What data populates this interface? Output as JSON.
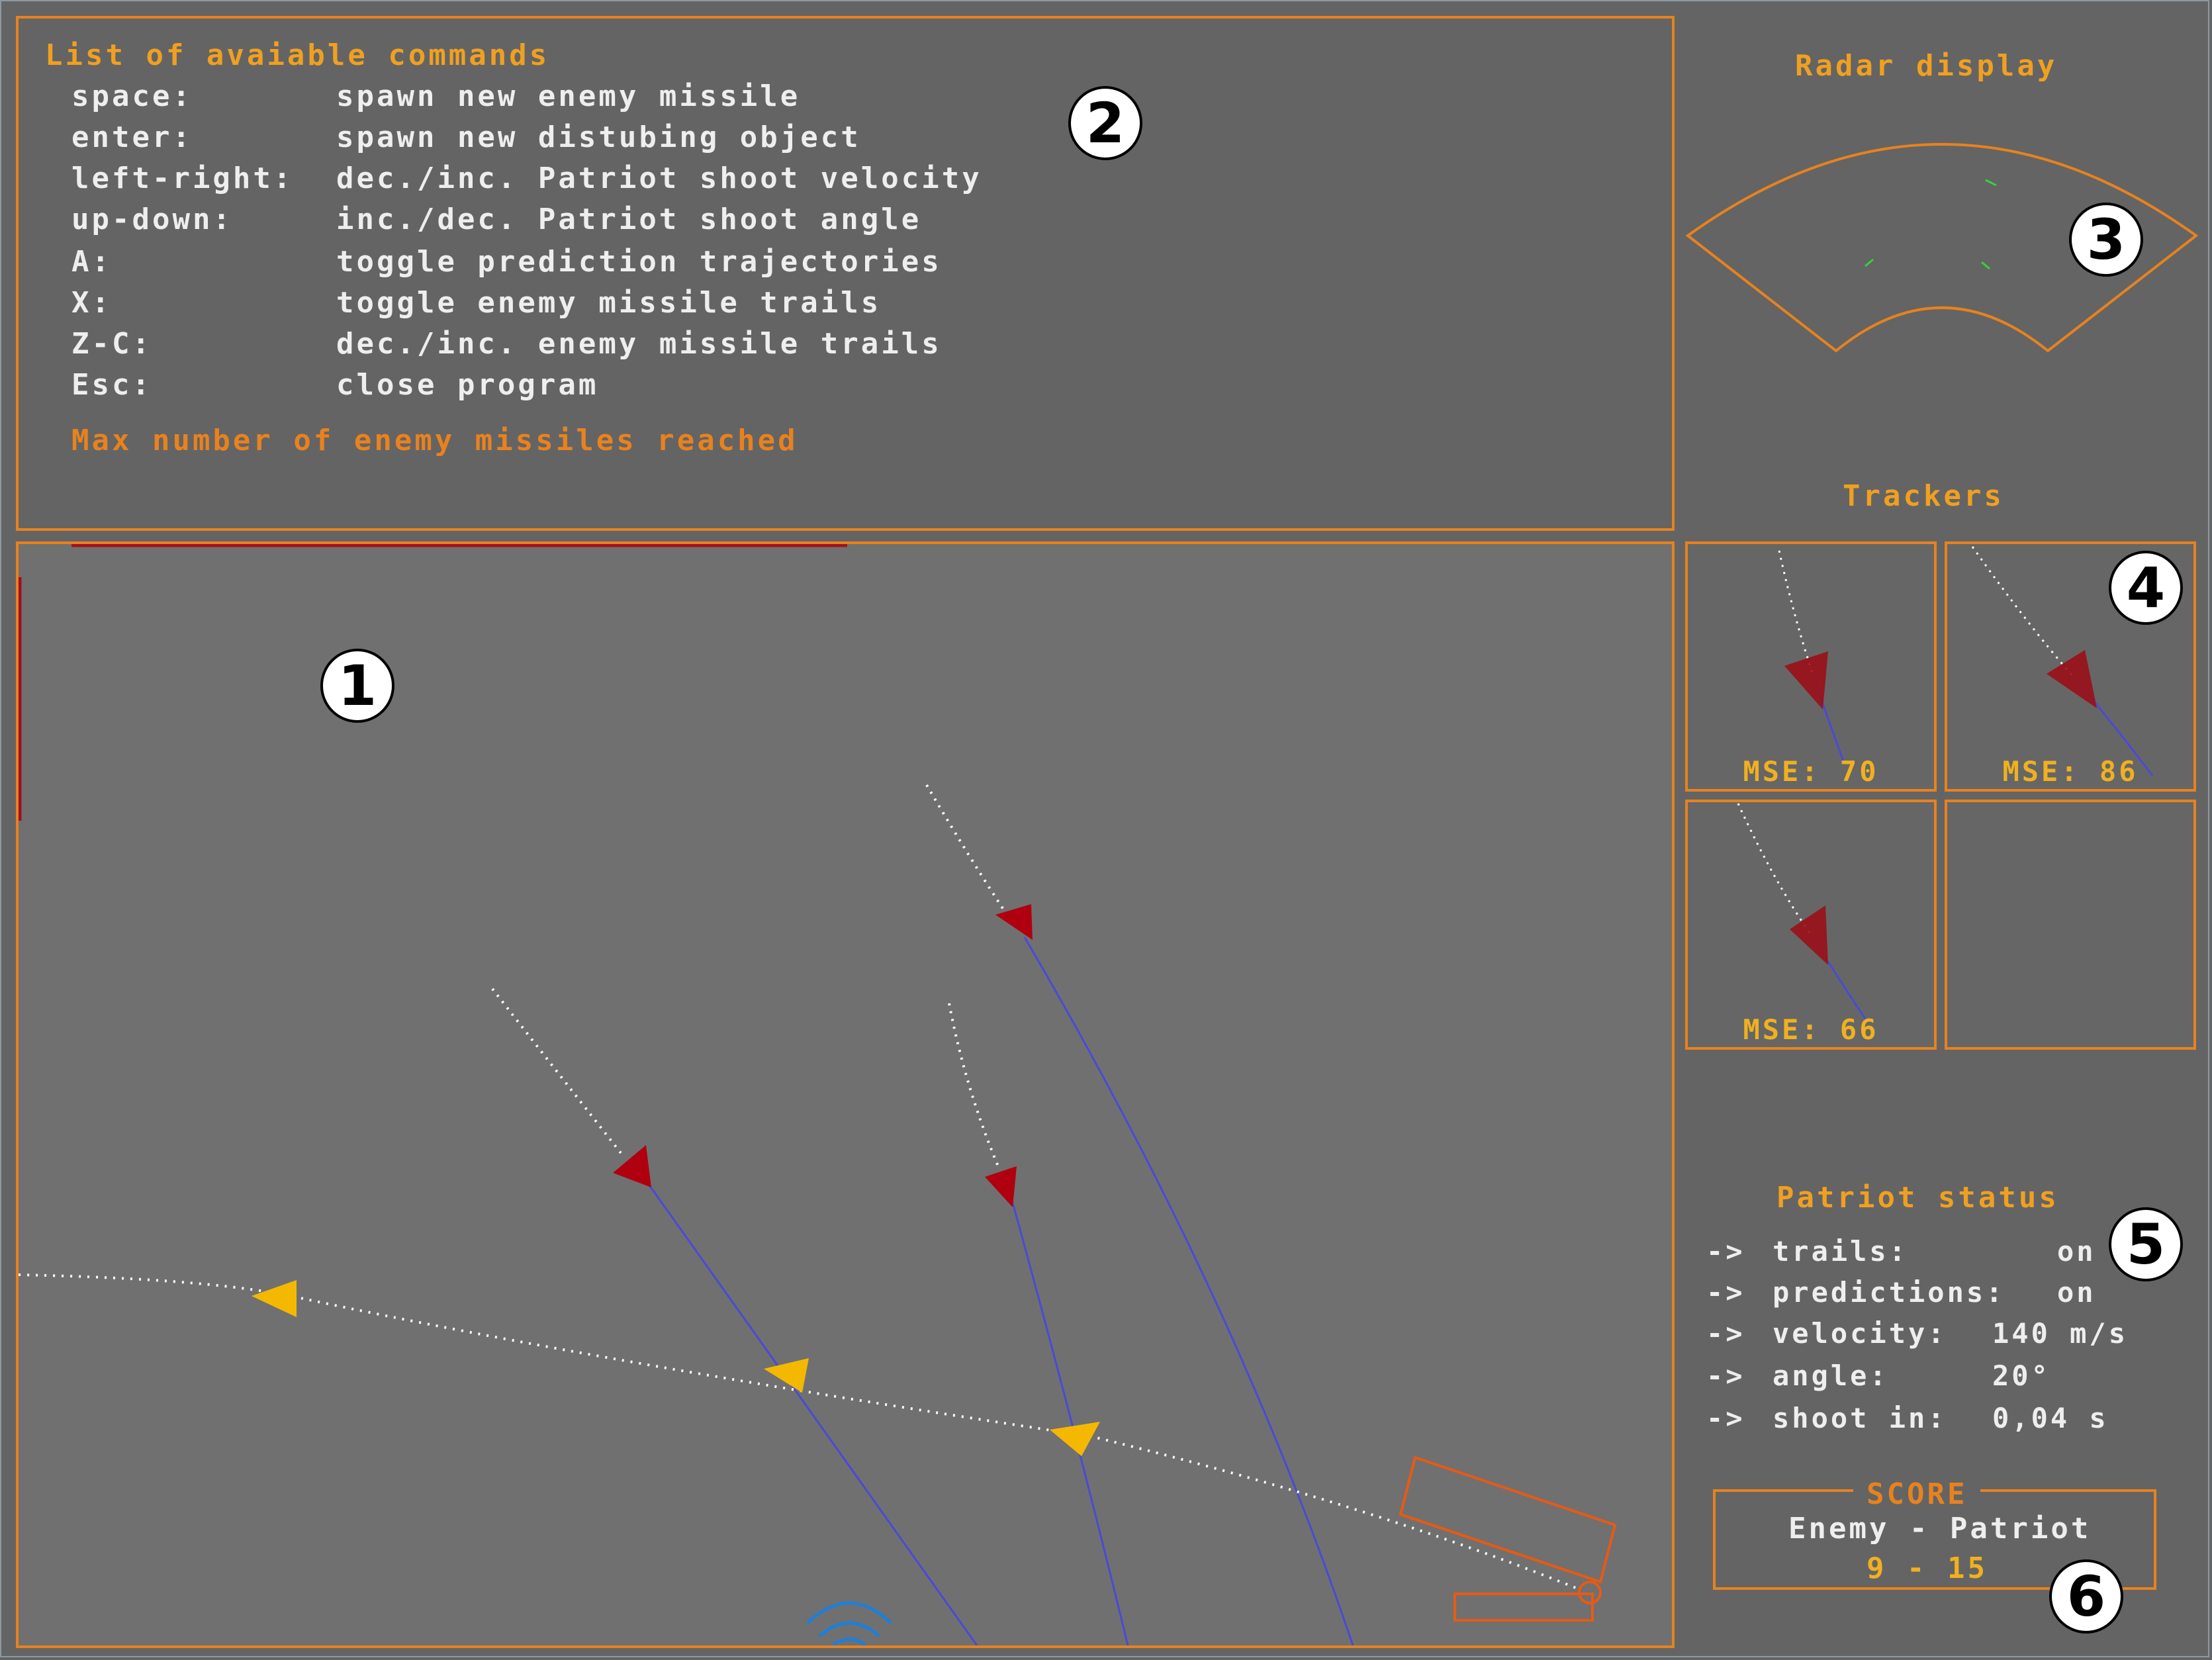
{
  "commands": {
    "title": "List of avaiable commands",
    "items": [
      {
        "key": "space:",
        "desc": "spawn new enemy missile"
      },
      {
        "key": "enter:",
        "desc": "spawn new distubing object"
      },
      {
        "key": "left-right:",
        "desc": "dec./inc. Patriot shoot velocity"
      },
      {
        "key": "up-down:",
        "desc": "inc./dec. Patriot shoot angle"
      },
      {
        "key": "A:",
        "desc": "toggle prediction trajectories"
      },
      {
        "key": "X:",
        "desc": "toggle enemy missile trails"
      },
      {
        "key": "Z-C:",
        "desc": "dec./inc. enemy missile trails"
      },
      {
        "key": "Esc:",
        "desc": "close program"
      }
    ],
    "warning": "Max number of enemy missiles reached"
  },
  "radar": {
    "title": "Radar display",
    "blip_color": "#3ccf3c",
    "outline_color": "#e8821e"
  },
  "trackers": {
    "title": "Trackers",
    "cells": [
      {
        "mse": "MSE: 70"
      },
      {
        "mse": "MSE: 86"
      },
      {
        "mse": "MSE: 66"
      },
      {
        "mse": ""
      }
    ]
  },
  "status": {
    "title": "Patriot status",
    "rows": [
      {
        "arrow": "->",
        "label": "trails:",
        "value": "on"
      },
      {
        "arrow": "->",
        "label": "predictions:",
        "value": "on"
      },
      {
        "arrow": "->",
        "label": "velocity:",
        "value": "140 m/s"
      },
      {
        "arrow": "->",
        "label": "angle:",
        "value": "20°"
      },
      {
        "arrow": "->",
        "label": "shoot in:",
        "value": "0,04 s"
      }
    ]
  },
  "score": {
    "title": "SCORE",
    "labels": "Enemy - Patriot",
    "values": "9 - 15",
    "enemy": 9,
    "patriot": 15
  },
  "badges": [
    "1",
    "2",
    "3",
    "4",
    "5",
    "6"
  ],
  "colors": {
    "accent": "#e8821e",
    "enemy_missile": "#b00010",
    "patriot_missile": "#f5b800",
    "prediction_line": "#4a4ad8",
    "trail": "#ffffff",
    "radar_icon": "#1e7fd8"
  }
}
